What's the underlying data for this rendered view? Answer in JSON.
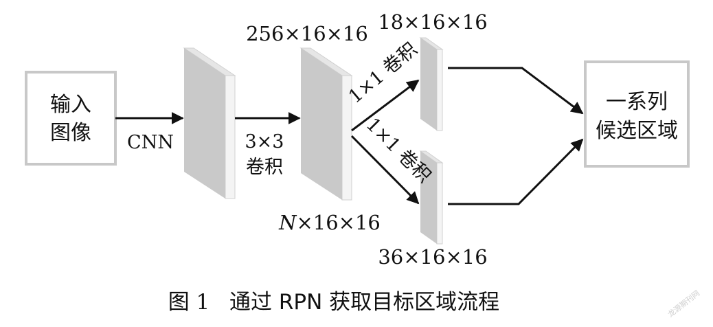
{
  "diagram": {
    "input_box": {
      "line1": "输入",
      "line2": "图像"
    },
    "output_box": {
      "line1": "一系列",
      "line2": "候选区域"
    },
    "edge_cnn": "CNN",
    "edge_conv3": {
      "line1": "3×3",
      "line2": "卷积"
    },
    "branch_top_conv": "1×1 卷积",
    "branch_bottom_conv": "1×1 卷积",
    "dim_mid_top": "256×16×16",
    "dim_mid_bottom_var": "N",
    "dim_mid_bottom": "×16×16",
    "dim_top_branch": "18×16×16",
    "dim_bottom_branch": "36×16×16"
  },
  "caption": {
    "figure_label": "图 1",
    "text": "通过 RPN 获取目标区域流程"
  },
  "watermark": "龙源期刊网"
}
